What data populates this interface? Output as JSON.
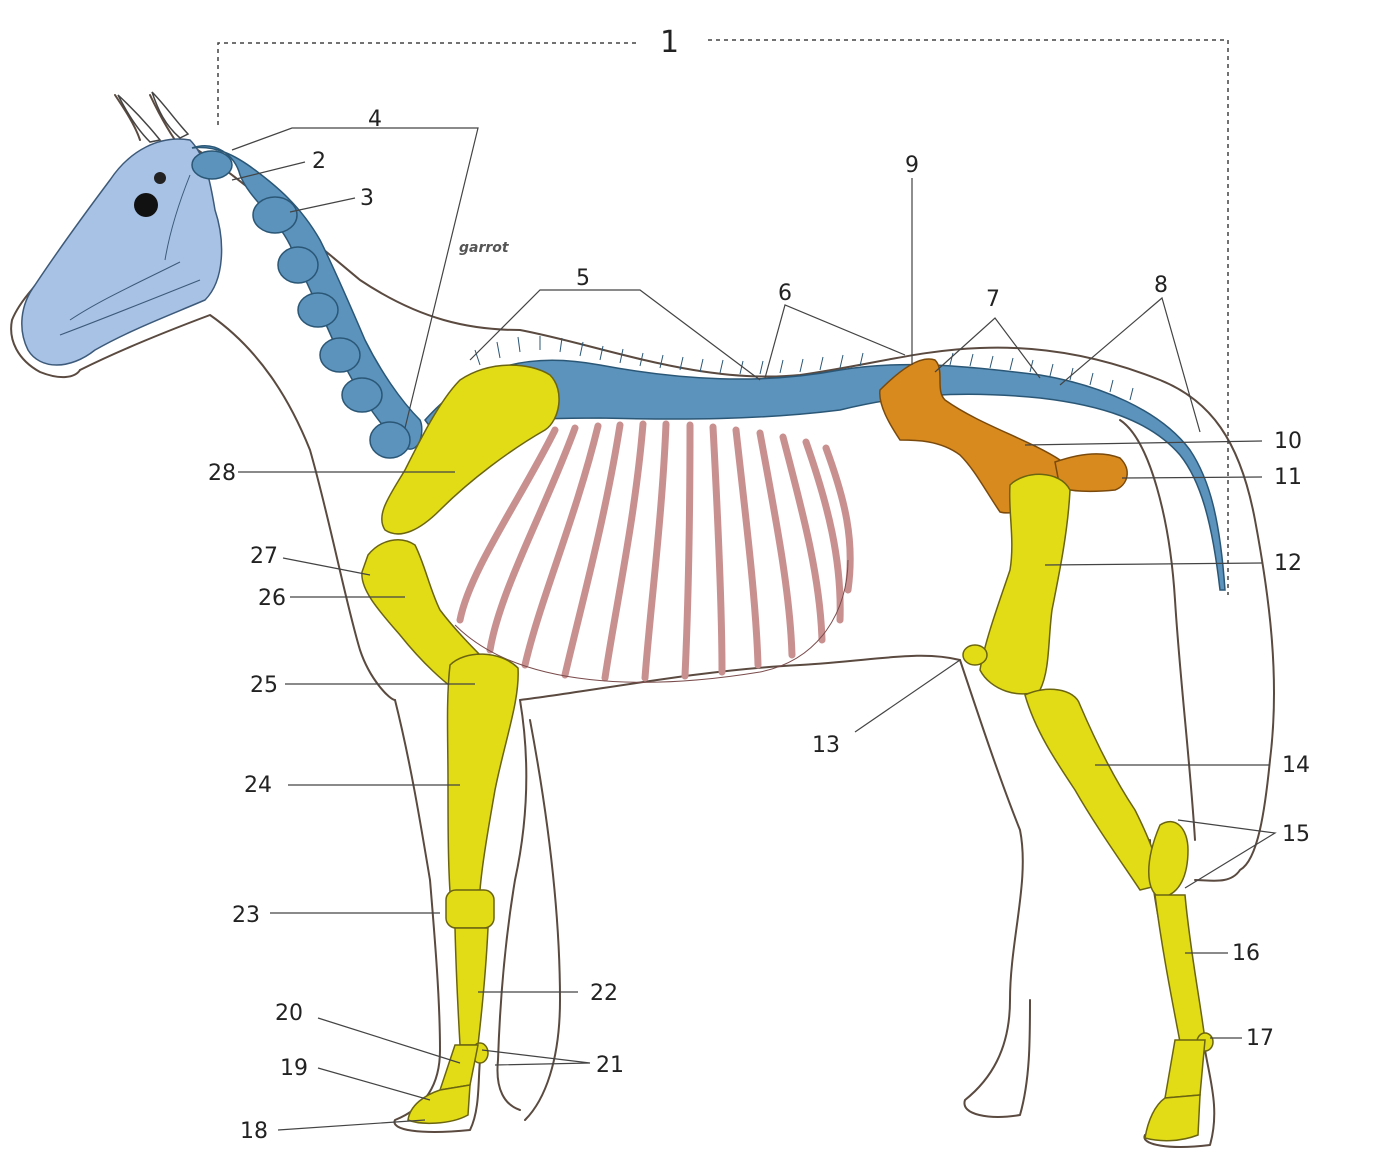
{
  "labels": {
    "l1": "1",
    "l2": "2",
    "l3": "3",
    "l4": "4",
    "l5": "5",
    "l6": "6",
    "l7": "7",
    "l8": "8",
    "l9": "9",
    "l10": "10",
    "l11": "11",
    "l12": "12",
    "l13": "13",
    "l14": "14",
    "l15": "15",
    "l16": "16",
    "l17": "17",
    "l18": "18",
    "l19": "19",
    "l20": "20",
    "l21": "21",
    "l22": "22",
    "l23": "23",
    "l24": "24",
    "l25": "25",
    "l26": "26",
    "l27": "27",
    "l28": "28"
  },
  "garrot": "garrot",
  "colors": {
    "axial": "#5b93bd",
    "skull": "#a8c2e6",
    "limbs": "#e2dc17",
    "pelvis": "#d98a1e",
    "ribs": "#c99090"
  }
}
